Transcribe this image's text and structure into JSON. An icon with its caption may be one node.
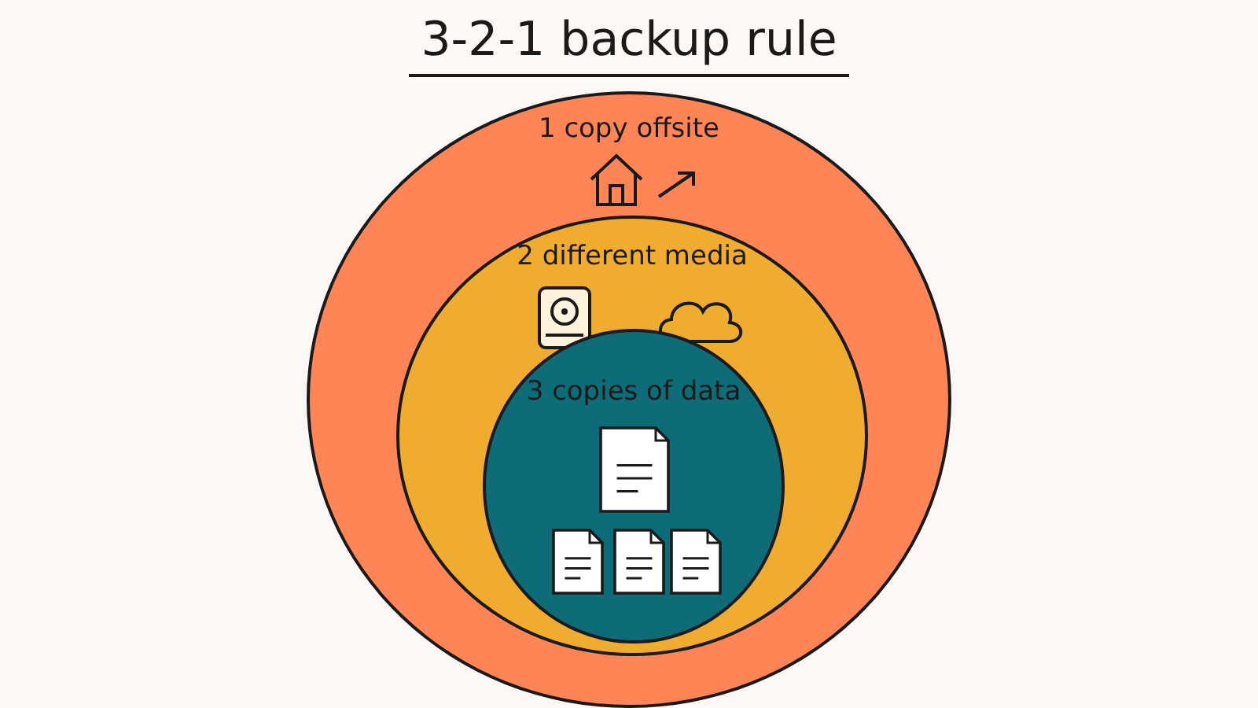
{
  "diagram": {
    "title": "3-2-1 backup rule",
    "nodes": [
      {
        "text": [
          "1 copy offsite"
        ]
      },
      {
        "text": [
          "2 different media"
        ],
        "in": 0
      },
      {
        "text": [
          "3 copies of data"
        ],
        "in": 1
      }
    ]
  }
}
